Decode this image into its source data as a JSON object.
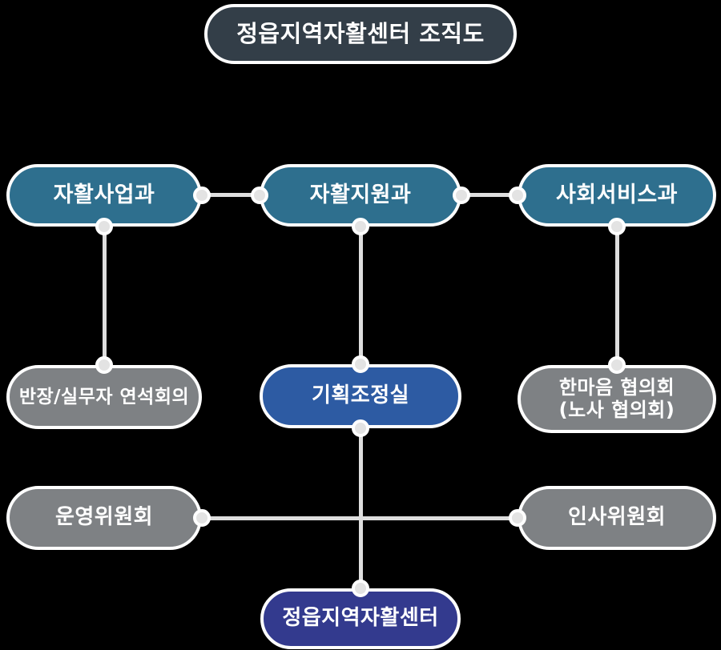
{
  "title": {
    "label": "정읍지역자활센터  조직도",
    "color": "#333E48"
  },
  "nodes": {
    "dept1": {
      "label": "자활사업과",
      "color": "#2E6F8E"
    },
    "dept2": {
      "label": "자활지원과",
      "color": "#2E6F8E"
    },
    "dept3": {
      "label": "사회서비스과",
      "color": "#2E6F8E"
    },
    "council1": {
      "label": "반장/실무자 연석회의",
      "color": "#7E8184"
    },
    "planning": {
      "label": "기획조정실",
      "color": "#2D5BA3"
    },
    "council2": {
      "label": "한마음 협의회",
      "label2": "(노사 협의회)",
      "color": "#7E8184"
    },
    "committee1": {
      "label": "운영위원회",
      "color": "#7E8184"
    },
    "committee2": {
      "label": "인사위원회",
      "color": "#7E8184"
    },
    "center": {
      "label": "정읍지역자활센터",
      "color": "#333A8E"
    }
  },
  "connector": {
    "line_color": "#DEDEDE",
    "dot_fill": "#E3E3E3",
    "dot_ring": "#FFFFFF"
  },
  "background": "#000000"
}
